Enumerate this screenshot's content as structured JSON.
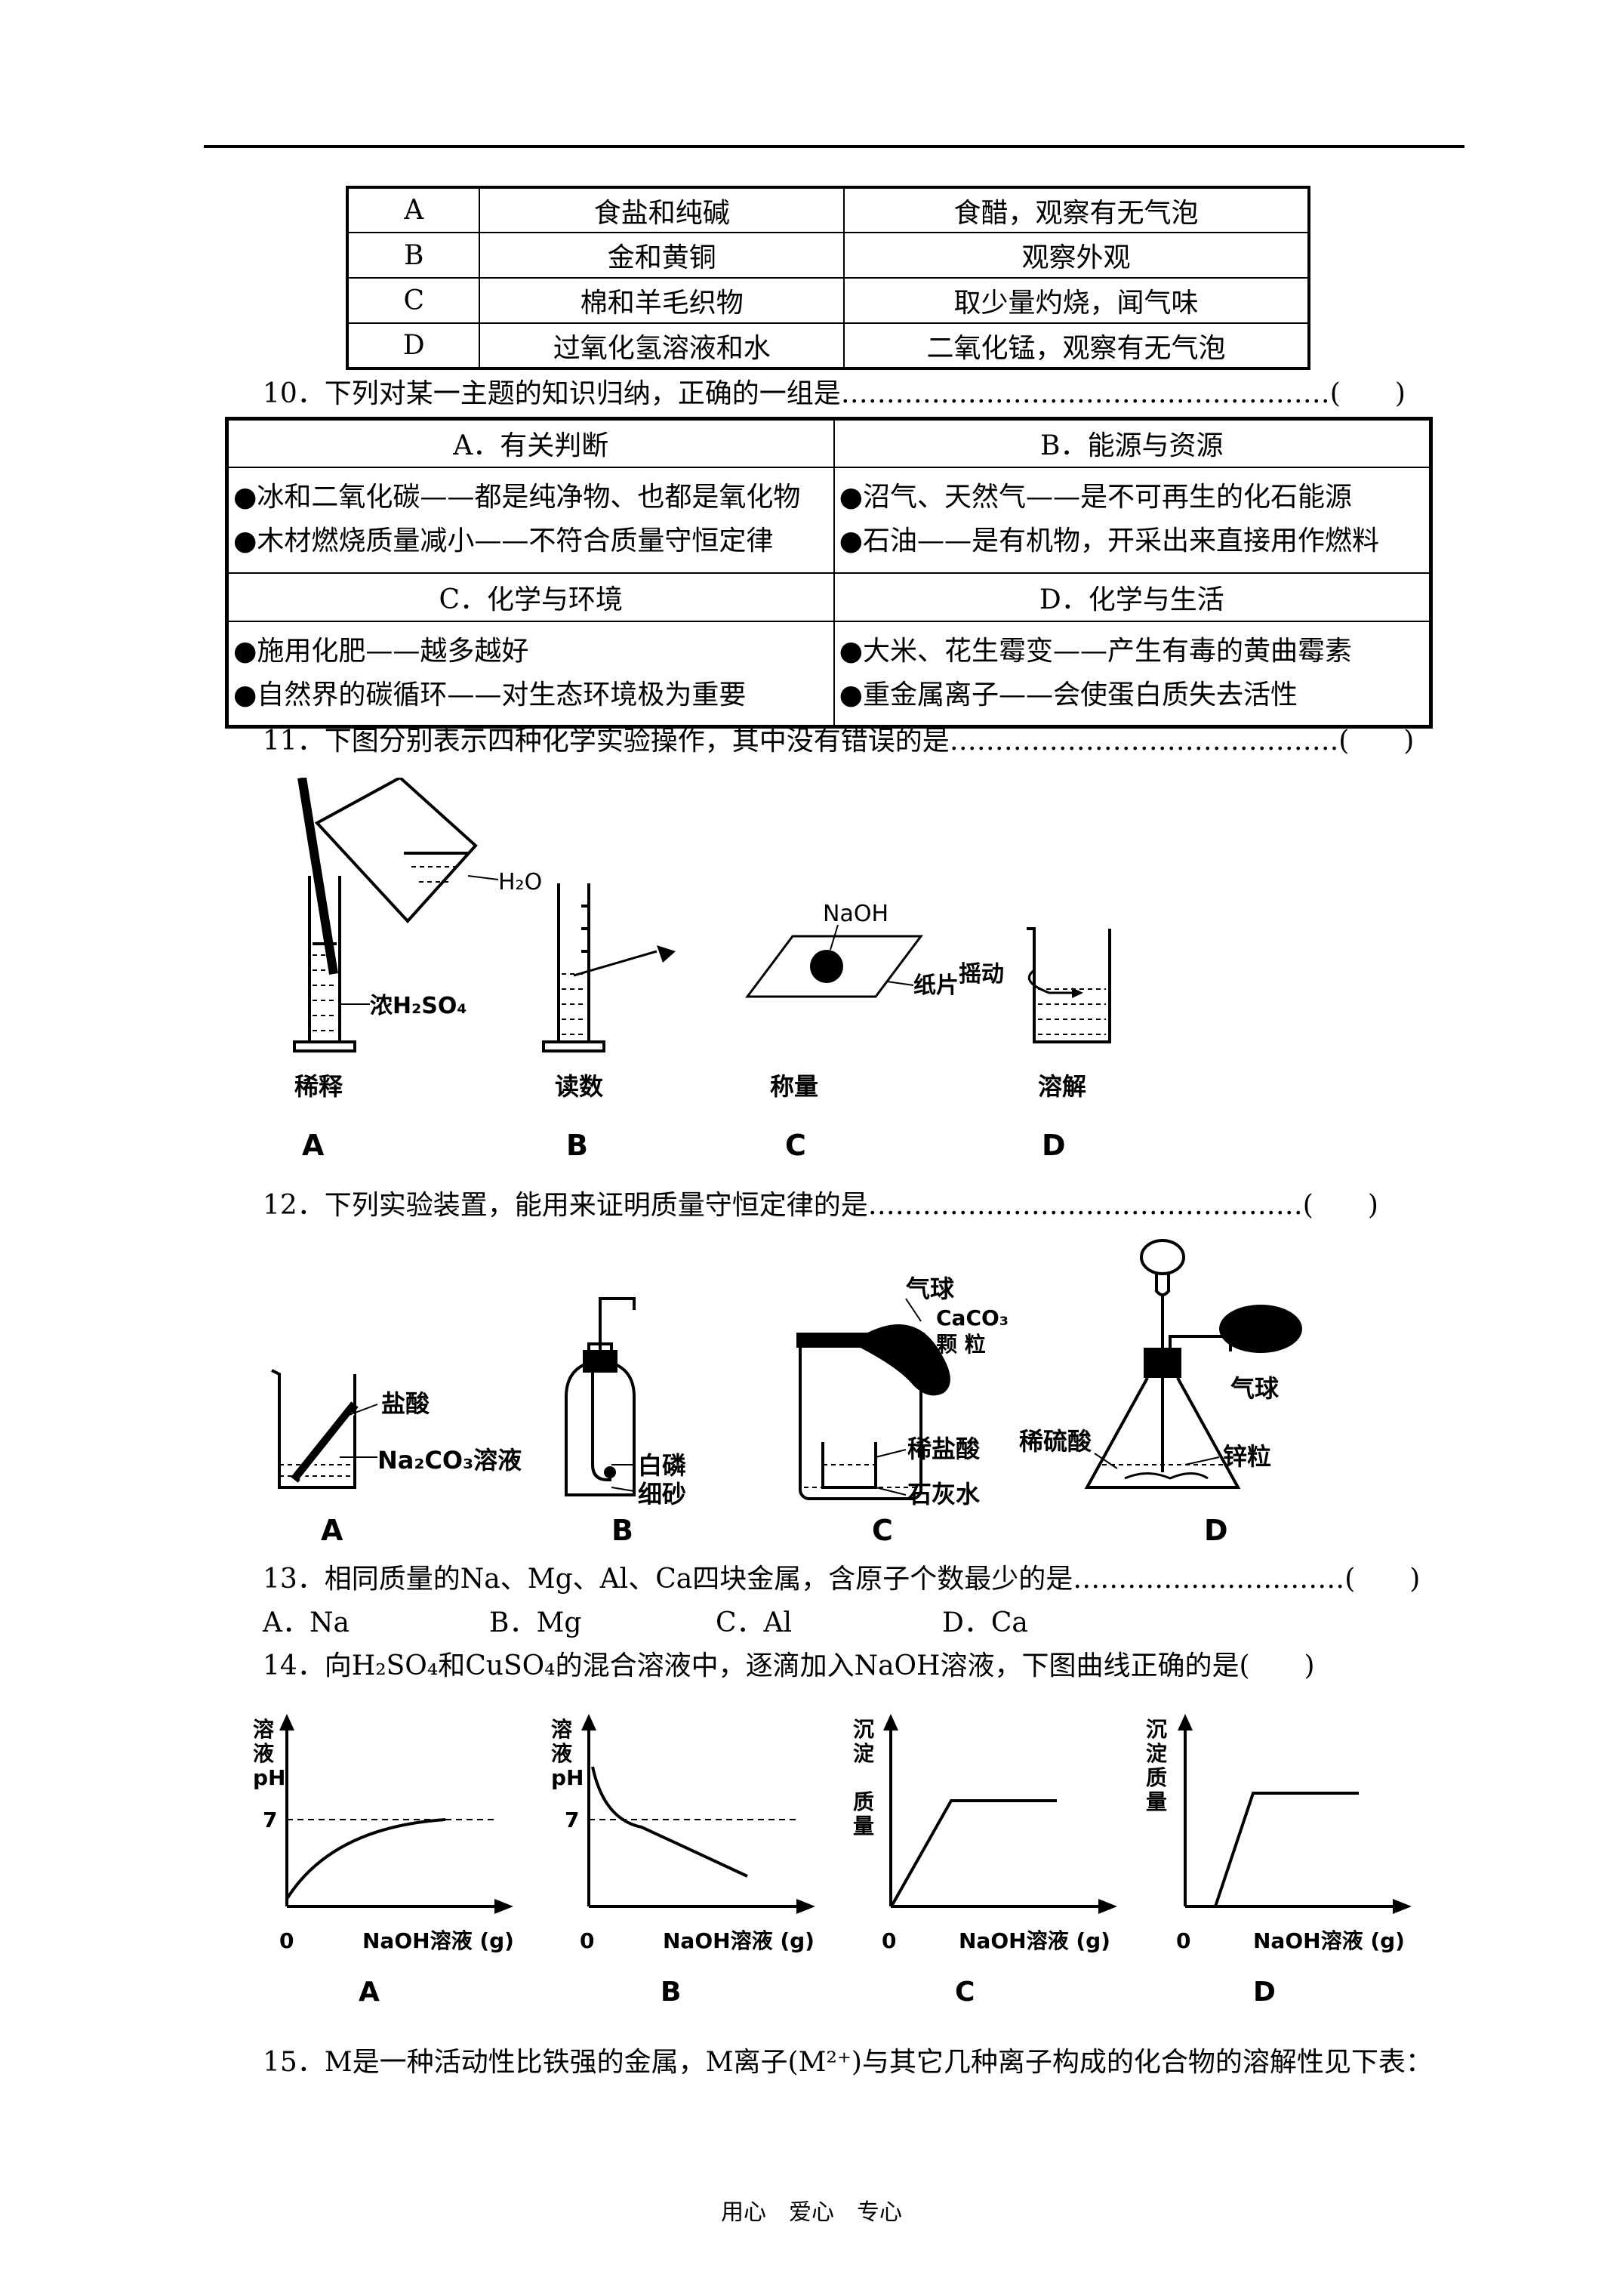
{
  "table_q9": {
    "rows": [
      [
        "A",
        "食盐和纯碱",
        "食醋，观察有无气泡"
      ],
      [
        "B",
        "金和黄铜",
        "观察外观"
      ],
      [
        "C",
        "棉和羊毛织物",
        "取少量灼烧，闻气味"
      ],
      [
        "D",
        "过氧化氢溶液和水",
        "二氧化锰，观察有无气泡"
      ]
    ]
  },
  "q10": {
    "stem": "10．下列对某一主题的知识归纳，正确的一组是………………………………………………(　　)",
    "cells": [
      {
        "head": "A．有关判断",
        "lines": [
          "●冰和二氧化碳——都是纯净物、也都是氧化物",
          "●木材燃烧质量减小——不符合质量守恒定律"
        ]
      },
      {
        "head": "B．能源与资源",
        "lines": [
          "●沼气、天然气——是不可再生的化石能源",
          "●石油——是有机物，开采出来直接用作燃料"
        ]
      },
      {
        "head": "C．化学与环境",
        "lines": [
          "●施用化肥——越多越好",
          "●自然界的碳循环——对生态环境极为重要"
        ]
      },
      {
        "head": "D．化学与生活",
        "lines": [
          "●大米、花生霉变——产生有毒的黄曲霉素",
          "●重金属离子——会使蛋白质失去活性"
        ]
      }
    ]
  },
  "q11": {
    "stem": "11．下图分别表示四种化学实验操作，其中没有错误的是…………………………………….(　　)",
    "labels": {
      "h2o": "H₂O",
      "acid": "浓H₂SO₄",
      "naoh": "NaOH",
      "paper": "纸片",
      "shake": "摇动"
    },
    "captions": [
      "稀释",
      "读数",
      "称量",
      "溶解"
    ],
    "letters": [
      "A",
      "B",
      "C",
      "D"
    ]
  },
  "q12": {
    "stem": "12．下列实验装置，能用来证明质量守恒定律的是…………………………………………(　　)",
    "labels": {
      "a1": "盐酸",
      "a2": "Na₂CO₃溶液",
      "b1": "白磷",
      "b2": "细砂",
      "c1": "气球",
      "c2": "CaCO₃",
      "c3": "颗 粒",
      "c4": "稀盐酸",
      "c5": "石灰水",
      "d1": "气球",
      "d2": "稀硫酸",
      "d3": "锌粒"
    },
    "letters": [
      "A",
      "B",
      "C",
      "D"
    ]
  },
  "q13": {
    "stem": "13．相同质量的Na、Mg、Al、Ca四块金属，含原子个数最少的是…………………………(　　)",
    "options": [
      "A．Na",
      "B．Mg",
      "C．Al",
      "D．Ca"
    ]
  },
  "q14": {
    "stem": "14．向H₂SO₄和CuSO₄的混合溶液中，逐滴加入NaOH溶液，下图曲线正确的是(　　)",
    "graphs": [
      {
        "ylabel": [
          "溶",
          "液",
          "pH"
        ],
        "seven": "7",
        "xlabel": "NaOH溶液 (g)",
        "zero": "0",
        "letter": "A"
      },
      {
        "ylabel": [
          "溶",
          "液",
          "pH"
        ],
        "seven": "7",
        "xlabel": "NaOH溶液 (g)",
        "zero": "0",
        "letter": "B"
      },
      {
        "ylabel": [
          "沉",
          "淀",
          "质",
          "量"
        ],
        "xlabel": "NaOH溶液 (g)",
        "zero": "0",
        "letter": "C"
      },
      {
        "ylabel": [
          "沉",
          "淀",
          "质",
          "量"
        ],
        "xlabel": "NaOH溶液 (g)",
        "zero": "0",
        "letter": "D"
      }
    ]
  },
  "q15": {
    "stem": "15．M是一种活动性比铁强的金属，M离子(M²⁺)与其它几种离子构成的化合物的溶解性见下表："
  },
  "footer": "用心　爱心　专心"
}
